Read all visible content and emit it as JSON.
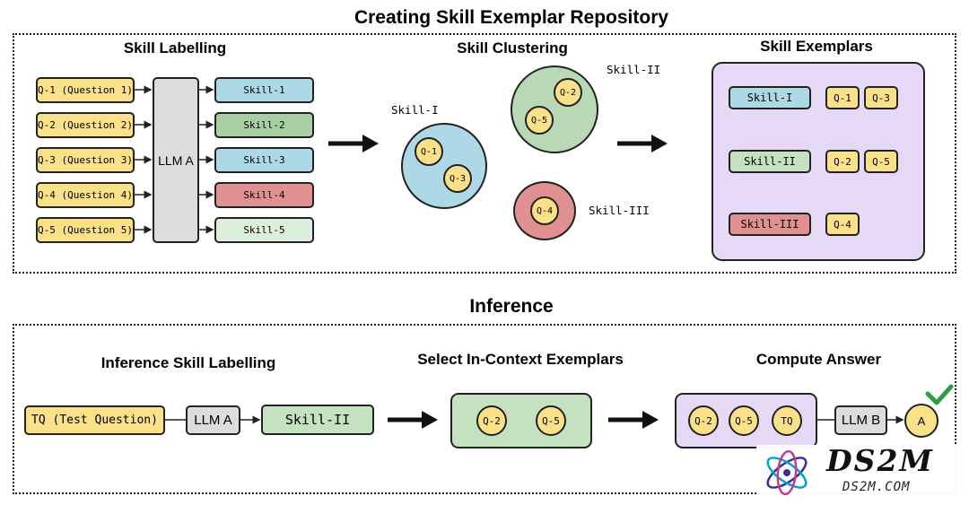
{
  "top": {
    "title": "Creating Skill Exemplar Repository",
    "labelling": {
      "title": "Skill Labelling",
      "llm": "LLM A",
      "questions": [
        "Q-1 (Question 1)",
        "Q-2 (Question 2)",
        "Q-3 (Question 3)",
        "Q-4 (Question 4)",
        "Q-5 (Question 5)"
      ],
      "skills": [
        "Skill-1",
        "Skill-2",
        "Skill-3",
        "Skill-4",
        "Skill-5"
      ]
    },
    "clustering": {
      "title": "Skill Clustering",
      "clusters": [
        {
          "label": "Skill-I",
          "questions": [
            "Q-1",
            "Q-3"
          ]
        },
        {
          "label": "Skill-II",
          "questions": [
            "Q-2",
            "Q-5"
          ]
        },
        {
          "label": "Skill-III",
          "questions": [
            "Q-4"
          ]
        }
      ]
    },
    "exemplars": {
      "title": "Skill Exemplars",
      "rows": [
        {
          "skill": "Skill-I",
          "questions": [
            "Q-1",
            "Q-3"
          ]
        },
        {
          "skill": "Skill-II",
          "questions": [
            "Q-2",
            "Q-5"
          ]
        },
        {
          "skill": "Skill-III",
          "questions": [
            "Q-4"
          ]
        }
      ]
    }
  },
  "bottom": {
    "title": "Inference",
    "labelling": {
      "title": "Inference Skill Labelling",
      "test_question": "TQ (Test Question)",
      "llm": "LLM A",
      "skill": "Skill-II"
    },
    "select": {
      "title": "Select In-Context Exemplars",
      "questions": [
        "Q-2",
        "Q-5"
      ]
    },
    "compute": {
      "title": "Compute Answer",
      "inputs": [
        "Q-2",
        "Q-5",
        "TQ"
      ],
      "llm": "LLM B",
      "answer": "A"
    }
  },
  "watermark": {
    "brand": "DS2M",
    "url": "DS2M.COM"
  },
  "colors": {
    "question_fill": "#fbe08a",
    "skill_blue": "#add8e6",
    "skill_green": "#a8cfa4",
    "skill_red": "#e09090",
    "skill_light_green": "#dcefdc",
    "llm_gray": "#dcdcdc",
    "exemplar_purple": "#e6d9f5",
    "check_green": "#2e9e44"
  }
}
